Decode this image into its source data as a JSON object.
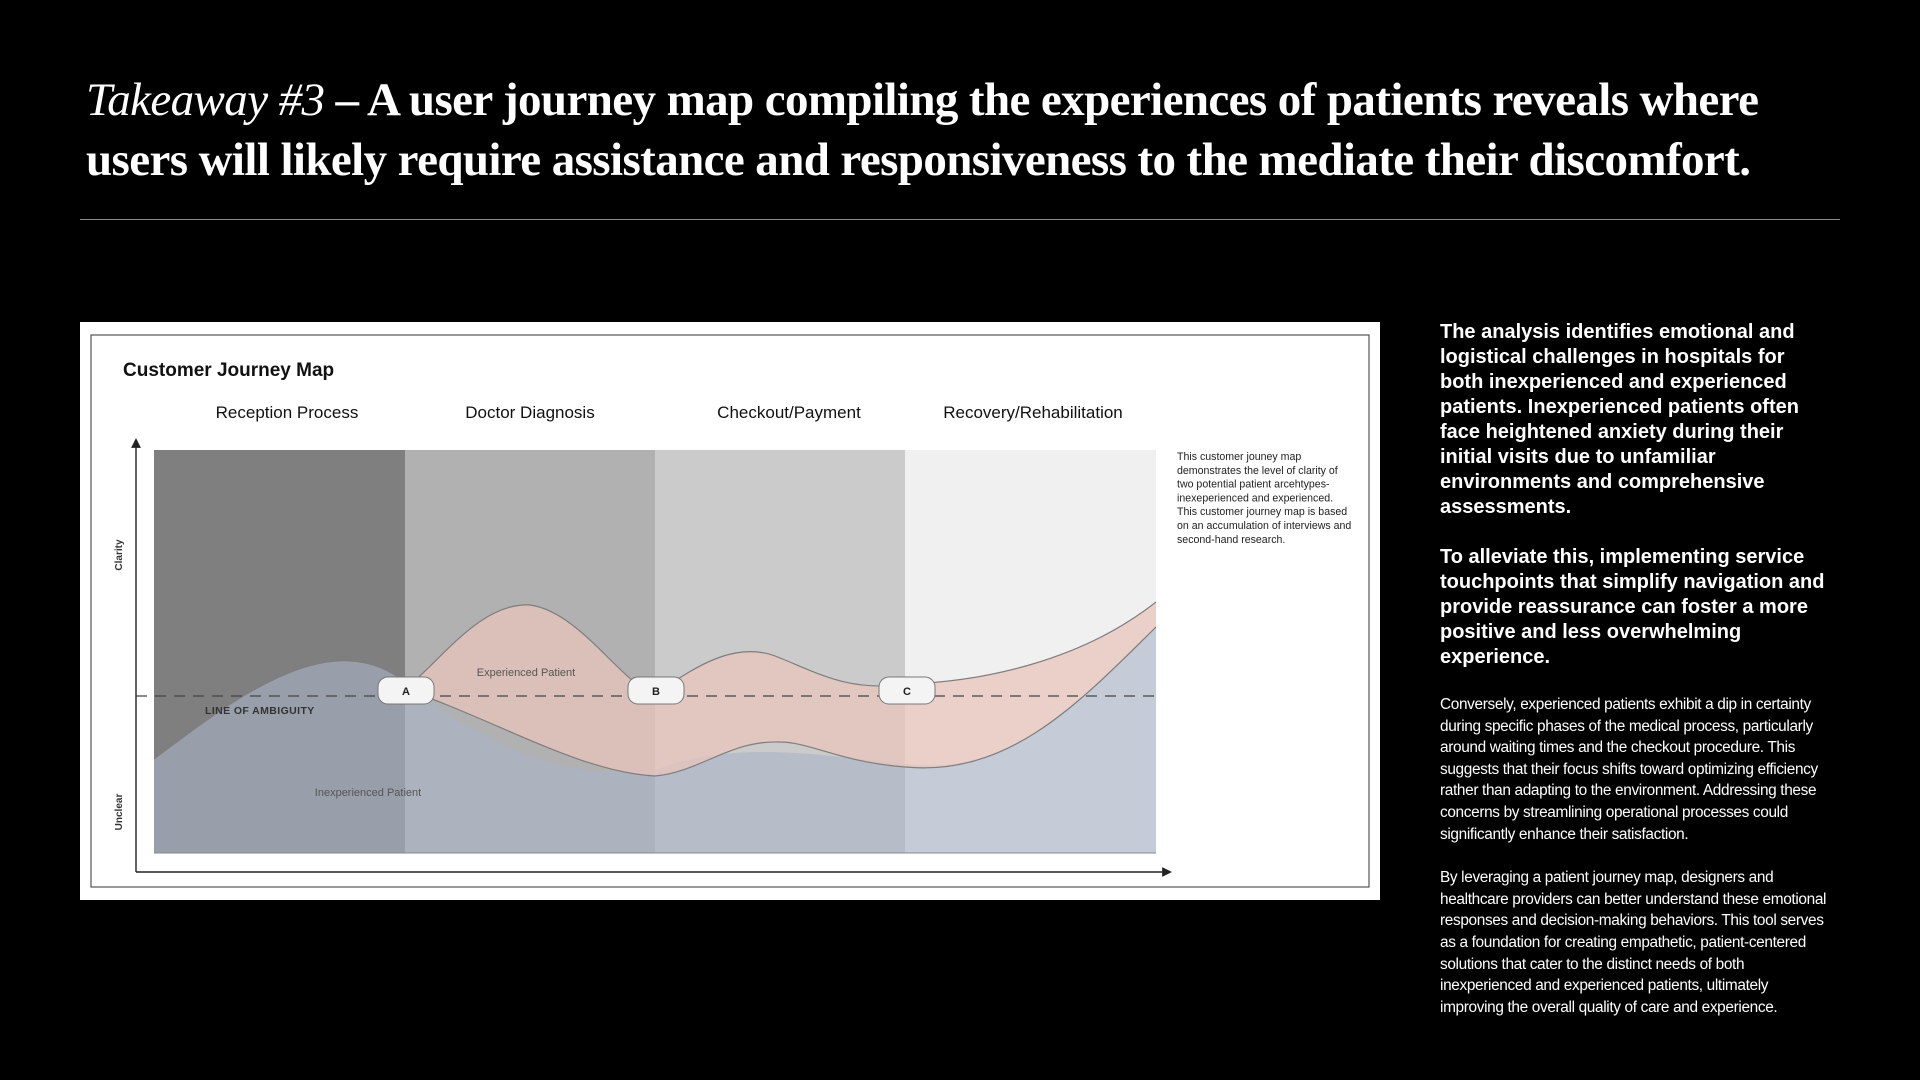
{
  "header": {
    "title_italic": "Takeaway #3",
    "title_rest": " – A user journey map compiling the experiences of patients reveals where users will likely require assistance and responsiveness to the mediate their discomfort."
  },
  "journey_map": {
    "title": "Customer Journey Map",
    "stages": [
      "Reception Process",
      "Doctor Diagnosis",
      "Checkout/Payment",
      "Recovery/Rehabilitation"
    ],
    "y_axis_top": "Clarity",
    "y_axis_bottom": "Unclear",
    "ambiguity_label": "LINE OF AMBIGUITY",
    "touchpoints": [
      "A",
      "B",
      "C"
    ],
    "experienced_label": "Experienced Patient",
    "inexperienced_label": "Inexperienced Patient",
    "note": "This customer jouney map demonstrates the level of clarity of two potential patient arcehtypes- inexeperienced and experienced. This customer journey map is based on an accumulation of interviews and second-hand research.",
    "colors": {
      "stage_1": "#7f7f7f",
      "stage_2": "#b1b1b1",
      "stage_3": "#cbcbcb",
      "stage_4": "#f0f0f0",
      "experienced_band": "#e8c6bc",
      "inexperienced_band": "#a8b3c7"
    }
  },
  "sidebar": {
    "para1": "The analysis identifies emotional and logistical challenges in hospitals for both inexperienced and experienced patients. Inexperienced patients often face heightened anxiety during their initial visits due to unfamiliar environments and comprehensive assessments.",
    "para2": "To alleviate this, implementing service touchpoints that simplify navigation and provide reassurance can foster a more positive and less overwhelming experience.",
    "para3": "Conversely, experienced patients exhibit a dip in certainty during specific phases of the medical process, particularly around waiting times and the checkout procedure. This suggests that their focus shifts toward optimizing efficiency rather than adapting to the environment. Addressing these concerns by streamlining operational processes could significantly enhance their satisfaction.",
    "para4": "By leveraging a patient journey map, designers and healthcare providers can better understand these emotional responses and decision-making behaviors. This tool serves as a foundation for creating empathetic, patient-centered solutions that cater to the distinct needs of both inexperienced and experienced patients, ultimately improving the overall quality of care and experience."
  }
}
